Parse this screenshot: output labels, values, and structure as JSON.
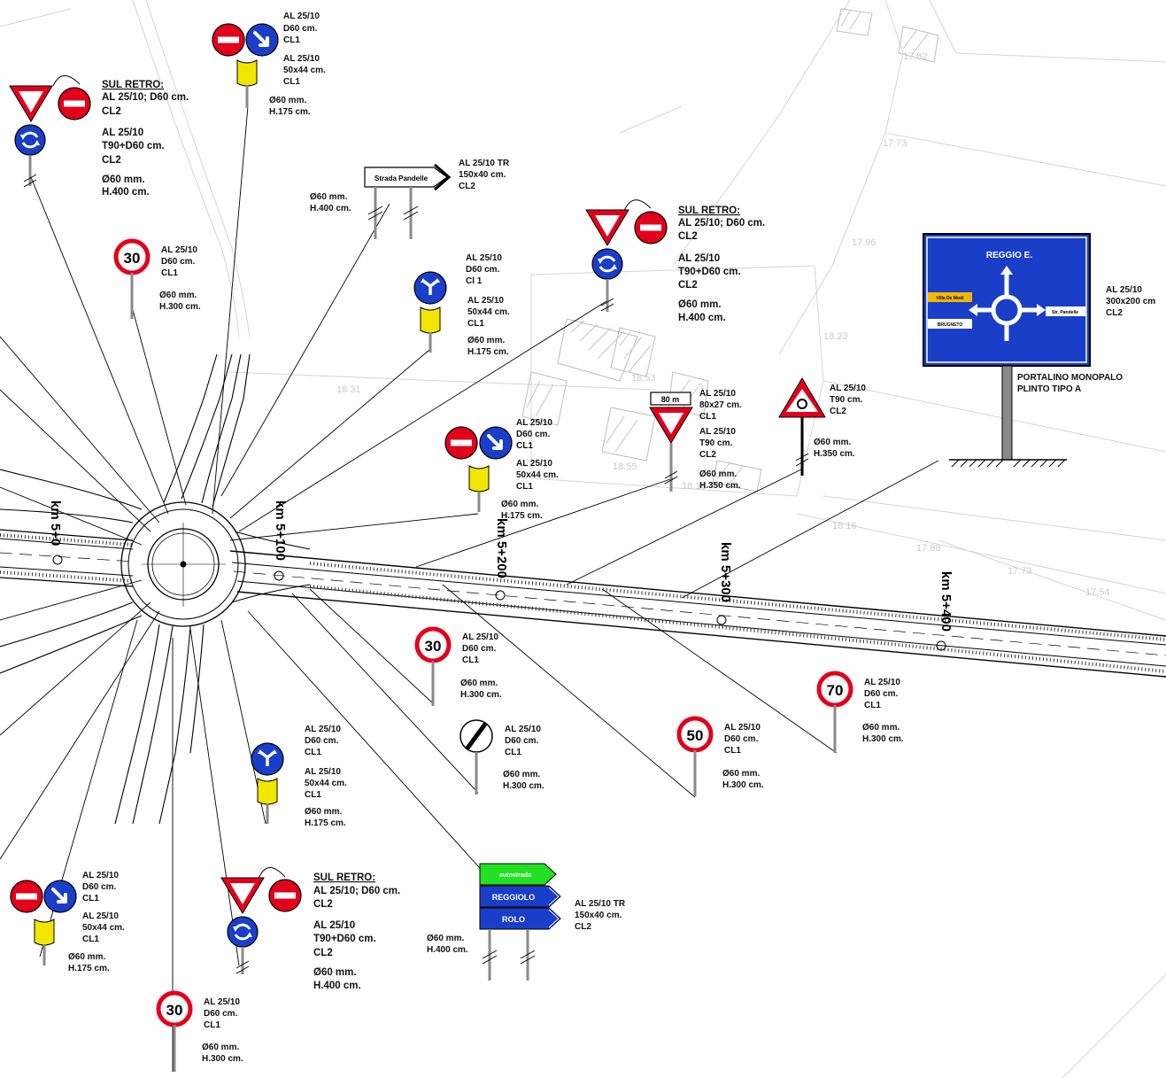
{
  "colors": {
    "red": "#e3001b",
    "blue": "#1a3ec8",
    "yellow": "#f2e600",
    "green": "#22e022",
    "post": "#8a8a8a"
  },
  "km_markers": [
    "km 5+0",
    "km 5+100",
    "km 5+200",
    "km 5+300",
    "km 5+400"
  ],
  "elevations": [
    "17.82",
    "17.73",
    "17.96",
    "18.23",
    "18.31",
    "18.53",
    "18.55",
    "18.18",
    "18.16",
    "17.88",
    "17.73",
    "17.54"
  ],
  "signs": {
    "s1": {
      "lines": [
        "AL 25/10",
        "D60 cm.",
        "CL1",
        "AL 25/10",
        "50x44 cm.",
        "CL1",
        "Ø60 mm.",
        "H.175 cm."
      ]
    },
    "s2": {
      "header": "SUL RETRO:",
      "lines": [
        "AL 25/10; D60 cm.",
        "CL2",
        "AL 25/10",
        "T90+D60 cm.",
        "CL2",
        "Ø60 mm.",
        "H.400 cm."
      ]
    },
    "s3": {
      "plate": "Strada Pandelle",
      "lines": [
        "AL 25/10 TR",
        "150x40 cm.",
        "CL2"
      ],
      "post_lines": [
        "Ø60 mm.",
        "H.400 cm."
      ]
    },
    "s4": {
      "number": "30",
      "lines": [
        "AL 25/10",
        "D60 cm.",
        "CL1",
        "Ø60 mm.",
        "H.300 cm."
      ]
    },
    "s5": {
      "lines": [
        "AL 25/10",
        "D60 cm.",
        "Cl 1",
        "AL 25/10",
        "50x44 cm.",
        "CL1",
        "Ø60 mm.",
        "H.175 cm."
      ]
    },
    "s6": {
      "header": "SUL RETRO:",
      "lines": [
        "AL 25/10; D60 cm.",
        "CL2",
        "AL 25/10",
        "T90+D60 cm.",
        "CL2",
        "Ø60 mm.",
        "H.400 cm."
      ]
    },
    "s7": {
      "title": "REGGIO E.",
      "left_top": "Villa De Modi",
      "left_bottom": "BRUGNETO",
      "right": "Str. Pandelle",
      "lines": [
        "AL 25/10",
        "300x200 cm",
        "CL2"
      ],
      "base_lines": [
        "PORTALINO MONOPALO",
        "PLINTO TIPO A"
      ]
    },
    "s8": {
      "plate": "80 m",
      "lines": [
        "AL 25/10",
        "80x27 cm.",
        "CL1",
        "AL 25/10",
        "T90 cm.",
        "CL2",
        "Ø60 mm.",
        "H.350 cm."
      ]
    },
    "s9": {
      "lines": [
        "AL 25/10",
        "T90 cm.",
        "CL2",
        "Ø60 mm.",
        "H.350 cm."
      ]
    },
    "s10": {
      "lines": [
        "AL 25/10",
        "D60 cm.",
        "CL1",
        "AL 25/10",
        "50x44 cm.",
        "CL1",
        "Ø60 mm.",
        "H.175 cm."
      ]
    },
    "s11": {
      "number": "30",
      "lines": [
        "AL 25/10",
        "D60 cm.",
        "CL1",
        "Ø60 mm.",
        "H.300 cm."
      ]
    },
    "s12": {
      "lines": [
        "AL 25/10",
        "D60 cm.",
        "CL1",
        "Ø60 mm.",
        "H.300 cm."
      ]
    },
    "s13": {
      "number": "50",
      "lines": [
        "AL 25/10",
        "D60 cm.",
        "CL1",
        "Ø60 mm.",
        "H.300 cm."
      ]
    },
    "s14": {
      "number": "70",
      "lines": [
        "AL 25/10",
        "D60 cm.",
        "CL1",
        "Ø60 mm.",
        "H.300 cm."
      ]
    },
    "s15": {
      "lines": [
        "AL 25/10",
        "D60 cm.",
        "CL1",
        "AL 25/10",
        "50x44 cm.",
        "CL1",
        "Ø60 mm.",
        "H.175 cm."
      ]
    },
    "s16": {
      "lines": [
        "AL 25/10",
        "D60 cm.",
        "CL1",
        "AL 25/10",
        "50x44 cm.",
        "CL1",
        "Ø60 mm.",
        "H.175 cm."
      ]
    },
    "s17": {
      "header": "SUL RETRO:",
      "lines": [
        "AL 25/10; D60 cm.",
        "CL2",
        "AL 25/10",
        "T90+D60 cm.",
        "CL2",
        "Ø60 mm.",
        "H.400 cm."
      ]
    },
    "s18": {
      "plates": [
        "autostrada",
        "REGGIOLO",
        "ROLO"
      ],
      "lines": [
        "AL 25/10 TR",
        "150x40 cm.",
        "CL2"
      ],
      "post_lines": [
        "Ø60 mm.",
        "H.400 cm."
      ]
    },
    "s19": {
      "number": "30",
      "lines": [
        "AL 25/10",
        "D60 cm.",
        "CL1",
        "Ø60 mm.",
        "H.300 cm."
      ]
    }
  }
}
